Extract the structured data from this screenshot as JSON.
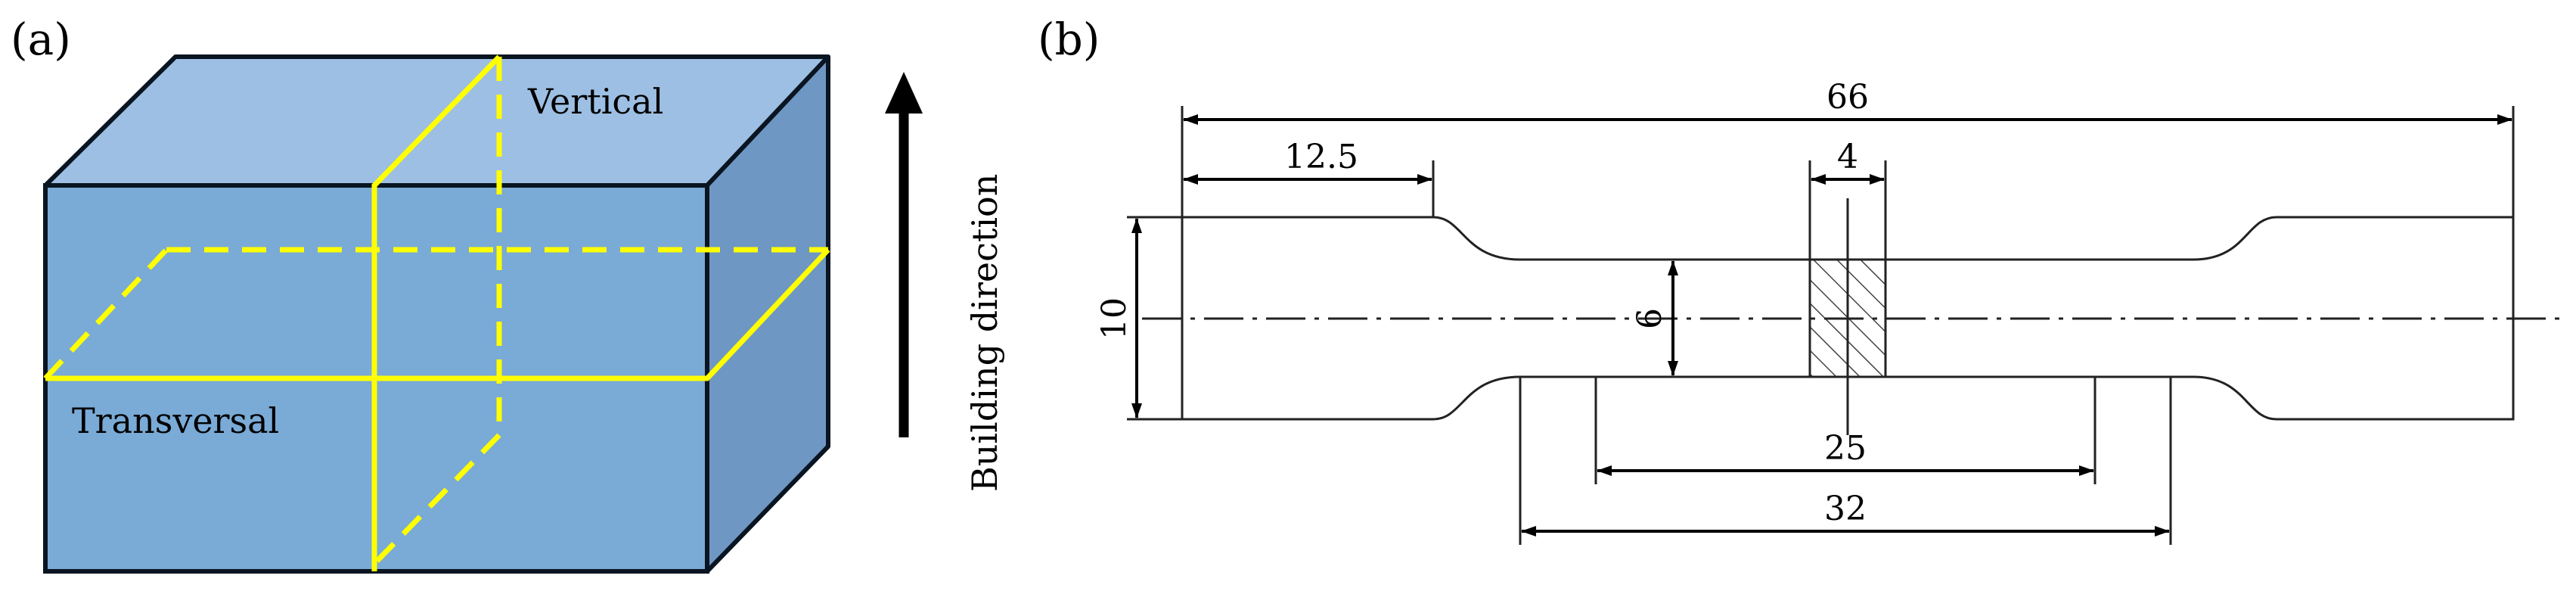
{
  "panel_a": {
    "label": "(a)",
    "plane_vertical": "Vertical",
    "plane_transversal": "Transversal",
    "arrow_label": "Building direction",
    "colors": {
      "front": "#7aaad6",
      "top": "#9dbfe3",
      "side": "#6f97c3",
      "edge": "#0a1522",
      "plane": "#ffff00",
      "arrow": "#000000"
    }
  },
  "panel_b": {
    "label": "(b)",
    "dimensions": {
      "overall_length": "66",
      "grip_length": "12.5",
      "gauge_marker": "4",
      "grip_width": "10",
      "gauge_width": "6",
      "parallel_length": "25",
      "reduced_length": "32"
    }
  }
}
